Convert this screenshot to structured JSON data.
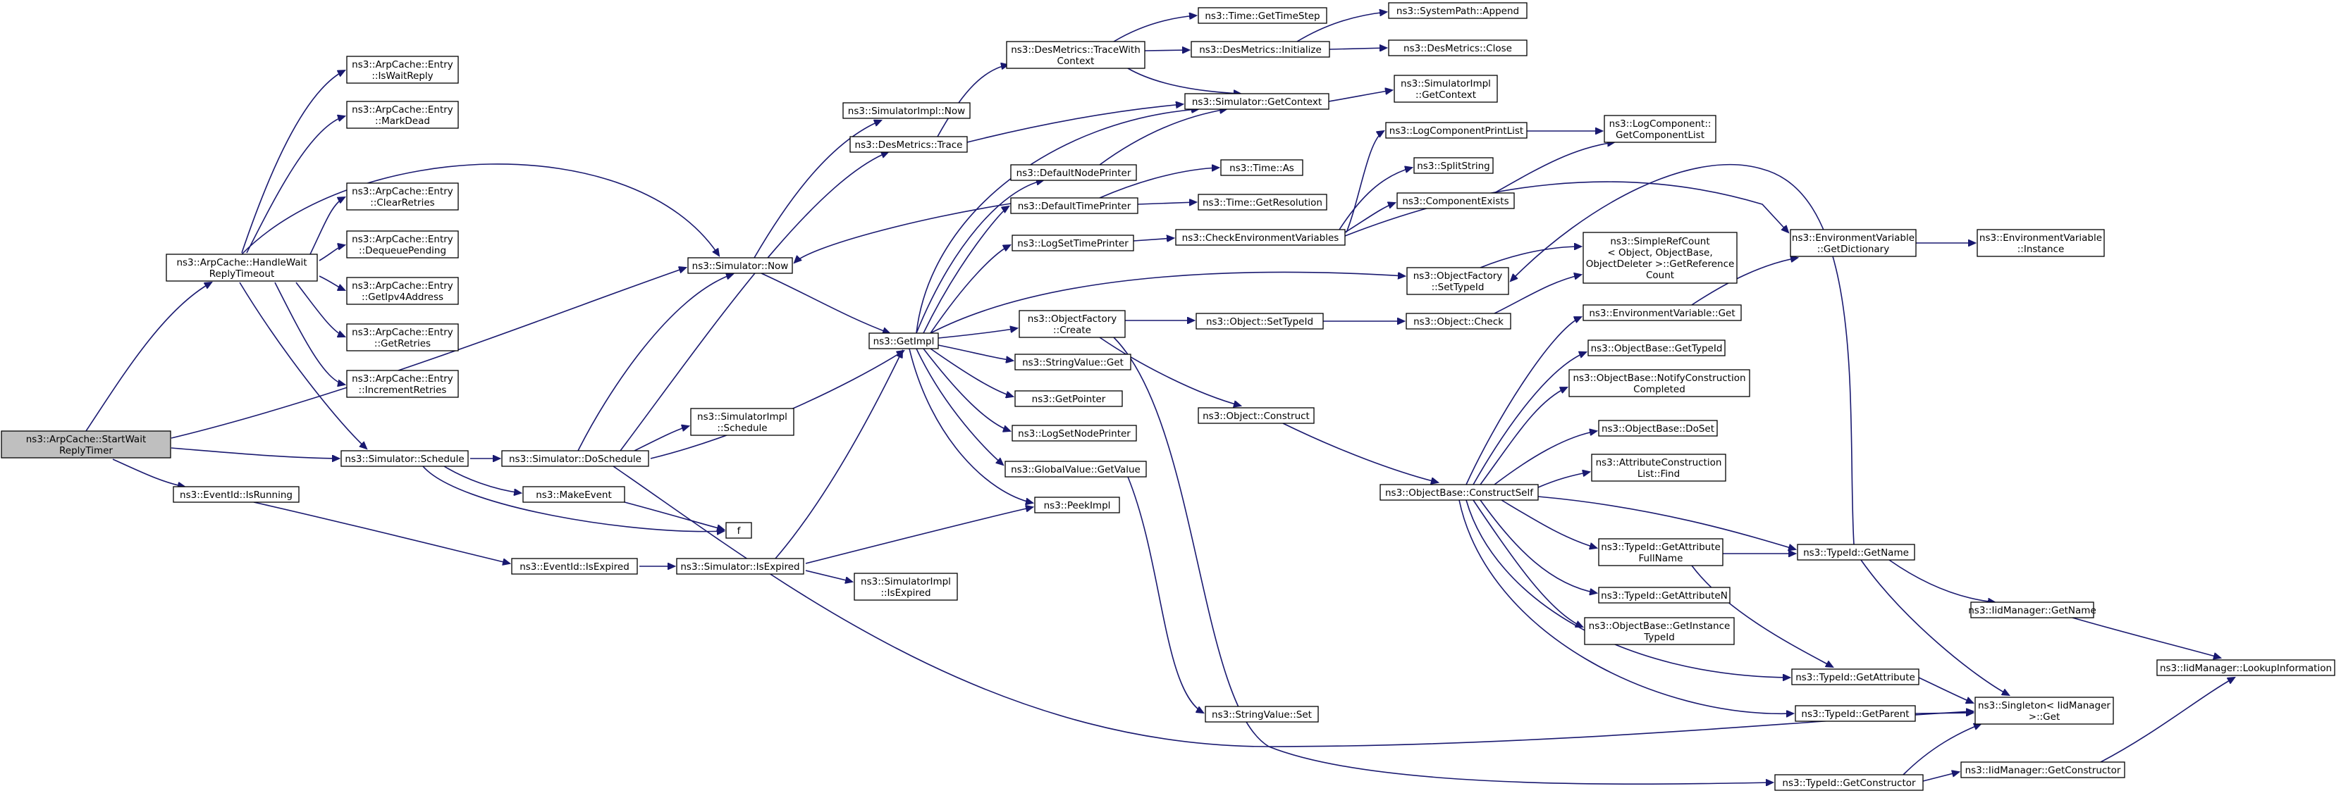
{
  "colors": {
    "edge": "#191970",
    "node_fill": "#ffffff",
    "node_border": "#000000",
    "node_border_truncated": "#ff0000",
    "root_fill": "#bfbfbf"
  },
  "nodes": [
    {
      "id": "n_root",
      "lines": [
        "ns3::ArpCache::StartWait",
        "ReplyTimer"
      ],
      "root": true
    },
    {
      "id": "n_handle",
      "lines": [
        "ns3::ArpCache::HandleWait",
        "ReplyTimeout"
      ]
    },
    {
      "id": "n_iswaitreply",
      "lines": [
        "ns3::ArpCache::Entry",
        "::IsWaitReply"
      ]
    },
    {
      "id": "n_markdead",
      "lines": [
        "ns3::ArpCache::Entry",
        "::MarkDead"
      ]
    },
    {
      "id": "n_clearretries",
      "lines": [
        "ns3::ArpCache::Entry",
        "::ClearRetries"
      ]
    },
    {
      "id": "n_dequeue",
      "lines": [
        "ns3::ArpCache::Entry",
        "::DequeuePending"
      ]
    },
    {
      "id": "n_getipv4",
      "lines": [
        "ns3::ArpCache::Entry",
        "::GetIpv4Address"
      ]
    },
    {
      "id": "n_getretries",
      "lines": [
        "ns3::ArpCache::Entry",
        "::GetRetries"
      ]
    },
    {
      "id": "n_incretries",
      "lines": [
        "ns3::ArpCache::Entry",
        "::IncrementRetries"
      ]
    },
    {
      "id": "n_schedule",
      "lines": [
        "ns3::Simulator::Schedule"
      ]
    },
    {
      "id": "n_isrunning",
      "lines": [
        "ns3::EventId::IsRunning"
      ]
    },
    {
      "id": "n_now",
      "lines": [
        "ns3::Simulator::Now"
      ]
    },
    {
      "id": "n_doschedule",
      "lines": [
        "ns3::Simulator::DoSchedule"
      ]
    },
    {
      "id": "n_makeevent",
      "lines": [
        "ns3::MakeEvent"
      ]
    },
    {
      "id": "n_f",
      "lines": [
        "f"
      ]
    },
    {
      "id": "n_evisexpired",
      "lines": [
        "ns3::EventId::IsExpired"
      ]
    },
    {
      "id": "n_simimplnow",
      "lines": [
        "ns3::SimulatorImpl::Now"
      ]
    },
    {
      "id": "n_desmetricstrace",
      "lines": [
        "ns3::DesMetrics::Trace"
      ]
    },
    {
      "id": "n_simimplschedule",
      "lines": [
        "ns3::SimulatorImpl",
        "::Schedule"
      ]
    },
    {
      "id": "n_simisexpired",
      "lines": [
        "ns3::Simulator::IsExpired"
      ]
    },
    {
      "id": "n_simimplisexpired",
      "lines": [
        "ns3::SimulatorImpl",
        "::IsExpired"
      ]
    },
    {
      "id": "n_getimpl",
      "lines": [
        "ns3::GetImpl"
      ]
    },
    {
      "id": "n_tracewithcontext",
      "lines": [
        "ns3::DesMetrics::TraceWith",
        "Context"
      ]
    },
    {
      "id": "n_defaultnodeprinter",
      "lines": [
        "ns3::DefaultNodePrinter"
      ]
    },
    {
      "id": "n_defaulttimeprinter",
      "lines": [
        "ns3::DefaultTimePrinter"
      ]
    },
    {
      "id": "n_logsettimeprinter",
      "lines": [
        "ns3::LogSetTimePrinter"
      ]
    },
    {
      "id": "n_ofcreate",
      "lines": [
        "ns3::ObjectFactory",
        "::Create"
      ]
    },
    {
      "id": "n_stringvalueget",
      "lines": [
        "ns3::StringValue::Get"
      ]
    },
    {
      "id": "n_getpointer",
      "lines": [
        "ns3::GetPointer"
      ]
    },
    {
      "id": "n_logsetnodeprinter",
      "lines": [
        "ns3::LogSetNodePrinter"
      ]
    },
    {
      "id": "n_globalvalueget",
      "lines": [
        "ns3::GlobalValue::GetValue"
      ]
    },
    {
      "id": "n_peekimpl",
      "lines": [
        "ns3::PeekImpl"
      ]
    },
    {
      "id": "n_gettimestep",
      "lines": [
        "ns3::Time::GetTimeStep"
      ]
    },
    {
      "id": "n_desinit",
      "lines": [
        "ns3::DesMetrics::Initialize"
      ],
      "truncated": true
    },
    {
      "id": "n_getcontext",
      "lines": [
        "ns3::Simulator::GetContext"
      ]
    },
    {
      "id": "n_timeas",
      "lines": [
        "ns3::Time::As"
      ]
    },
    {
      "id": "n_getresolution",
      "lines": [
        "ns3::Time::GetResolution"
      ]
    },
    {
      "id": "n_checkenv",
      "lines": [
        "ns3::CheckEnvironmentVariables"
      ]
    },
    {
      "id": "n_settypeid",
      "lines": [
        "ns3::Object::SetTypeId"
      ]
    },
    {
      "id": "n_objconstruct",
      "lines": [
        "ns3::Object::Construct"
      ]
    },
    {
      "id": "n_stringvalueset",
      "lines": [
        "ns3::StringValue::Set"
      ]
    },
    {
      "id": "n_syspathappend",
      "lines": [
        "ns3::SystemPath::Append"
      ]
    },
    {
      "id": "n_desclose",
      "lines": [
        "ns3::DesMetrics::Close"
      ]
    },
    {
      "id": "n_simimplgetcontext",
      "lines": [
        "ns3::SimulatorImpl",
        "::GetContext"
      ]
    },
    {
      "id": "n_logcompprintlist",
      "lines": [
        "ns3::LogComponentPrintList"
      ]
    },
    {
      "id": "n_splitstring",
      "lines": [
        "ns3::SplitString"
      ]
    },
    {
      "id": "n_compexists",
      "lines": [
        "ns3::ComponentExists"
      ]
    },
    {
      "id": "n_ofsettypeid",
      "lines": [
        "ns3::ObjectFactory",
        "::SetTypeId"
      ]
    },
    {
      "id": "n_objcheck",
      "lines": [
        "ns3::Object::Check"
      ]
    },
    {
      "id": "n_constructself",
      "lines": [
        "ns3::ObjectBase::ConstructSelf"
      ]
    },
    {
      "id": "n_getcomplist",
      "lines": [
        "ns3::LogComponent::",
        "GetComponentList"
      ]
    },
    {
      "id": "n_simplerefcount",
      "lines": [
        "ns3::SimpleRefCount",
        "< Object, ObjectBase,",
        "ObjectDeleter >::GetReference",
        "Count"
      ]
    },
    {
      "id": "n_envvarget",
      "lines": [
        "ns3::EnvironmentVariable::Get"
      ]
    },
    {
      "id": "n_objbasegettypeid",
      "lines": [
        "ns3::ObjectBase::GetTypeId"
      ],
      "truncated": true
    },
    {
      "id": "n_notifyconstruction",
      "lines": [
        "ns3::ObjectBase::NotifyConstruction",
        "Completed"
      ]
    },
    {
      "id": "n_doset",
      "lines": [
        "ns3::ObjectBase::DoSet"
      ]
    },
    {
      "id": "n_attrconstrfind",
      "lines": [
        "ns3::AttributeConstruction",
        "List::Find"
      ]
    },
    {
      "id": "n_getattrfullname",
      "lines": [
        "ns3::TypeId::GetAttribute",
        "FullName"
      ]
    },
    {
      "id": "n_getattributen",
      "lines": [
        "ns3::TypeId::GetAttributeN"
      ]
    },
    {
      "id": "n_getinstancetypeid",
      "lines": [
        "ns3::ObjectBase::GetInstance",
        "TypeId"
      ]
    },
    {
      "id": "n_getattribute",
      "lines": [
        "ns3::TypeId::GetAttribute"
      ],
      "truncated": true
    },
    {
      "id": "n_getparent",
      "lines": [
        "ns3::TypeId::GetParent"
      ],
      "truncated": true
    },
    {
      "id": "n_getconstructor",
      "lines": [
        "ns3::TypeId::GetConstructor"
      ]
    },
    {
      "id": "n_envgetdictionary",
      "lines": [
        "ns3::EnvironmentVariable",
        "::GetDictionary"
      ]
    },
    {
      "id": "n_typeidgetname",
      "lines": [
        "ns3::TypeId::GetName"
      ]
    },
    {
      "id": "n_singletonget",
      "lines": [
        "ns3::Singleton< IidManager",
        ">::Get"
      ]
    },
    {
      "id": "n_iidgetconstructor",
      "lines": [
        "ns3::IidManager::GetConstructor"
      ]
    },
    {
      "id": "n_envinstance",
      "lines": [
        "ns3::EnvironmentVariable",
        "::Instance"
      ]
    },
    {
      "id": "n_iidgetname",
      "lines": [
        "ns3::IidManager::GetName"
      ]
    },
    {
      "id": "n_lookupinfo",
      "lines": [
        "ns3::IidManager::LookupInformation"
      ]
    }
  ]
}
